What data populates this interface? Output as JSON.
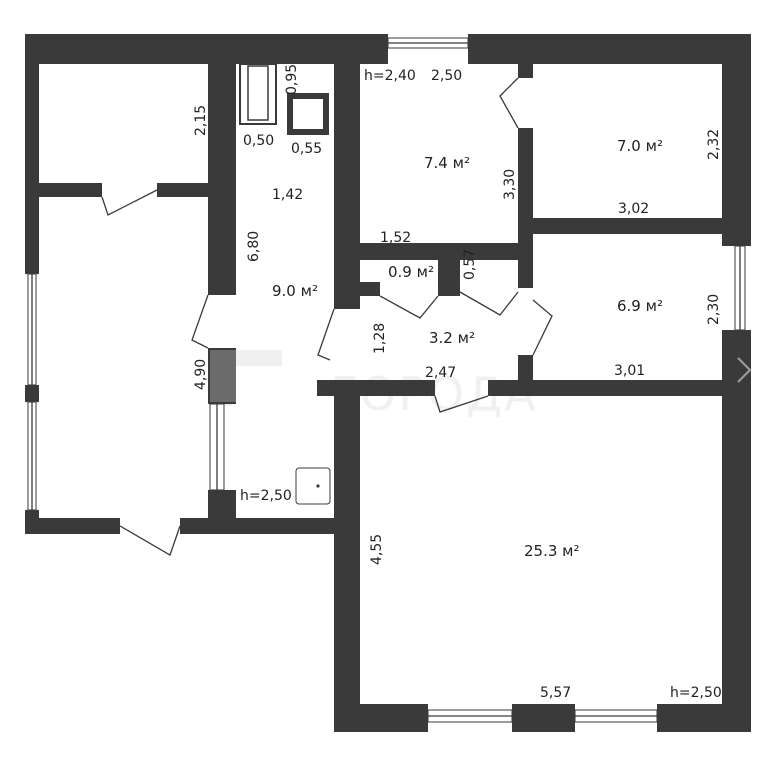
{
  "dimensions": {
    "bath_a": "0,50",
    "bath_b": "0,95",
    "bath_c": "0,55",
    "pantry_h": "2,15",
    "bath_w": "1,42",
    "hall_len": "6,80",
    "left_len": "4,90",
    "kitchen_h": "h=2,40",
    "kitchen_w": "2,50",
    "kitchen_d": "3,30",
    "wc_w": "1,52",
    "wc_d": "0,57",
    "room7_d": "2,32",
    "room7_w": "3,02",
    "room69_d": "2,30",
    "room69_w": "3,01",
    "corr_d": "1,28",
    "corr_w": "2,47",
    "hall_h": "h=2,50",
    "living_d": "4,55",
    "living_w": "5,57",
    "living_h": "h=2,50"
  },
  "areas": {
    "kitchen": "7.4 м²",
    "room_a": "7.0 м²",
    "hall": "9.0 м²",
    "wc": "0.9 м²",
    "room_b": "6.9 м²",
    "corridor": "3.2 м²",
    "living": "25.3 м²"
  },
  "watermark": "ГОРОДА",
  "colors": {
    "wall": "#3a3a3a",
    "watermark": "#e6e6e6"
  },
  "nav": {
    "next_icon": "chevron-right-icon"
  }
}
